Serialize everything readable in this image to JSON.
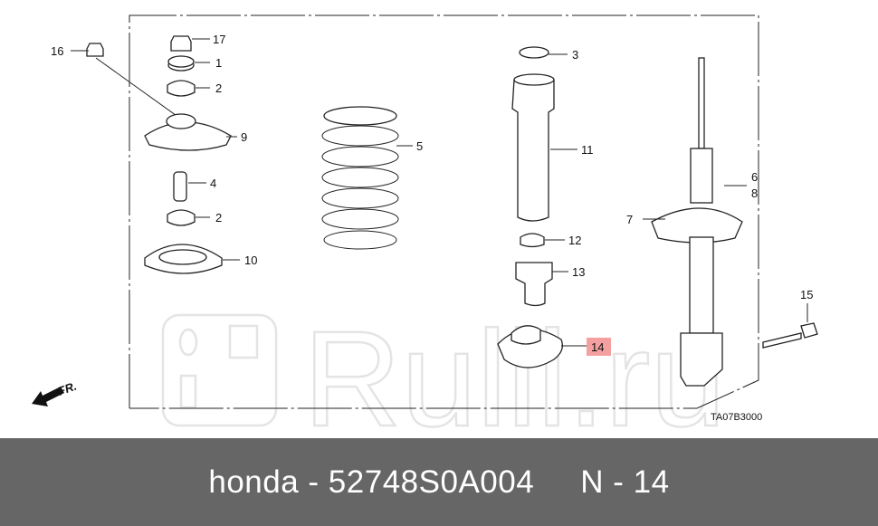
{
  "diagram": {
    "drawing_code": "TA07B3000",
    "direction_label": "FR.",
    "watermark": "Rulli.ru",
    "highlight_color": "#f4a0a0",
    "callouts": [
      {
        "id": "16"
      },
      {
        "id": "17"
      },
      {
        "id": "1"
      },
      {
        "id": "2"
      },
      {
        "id": "9"
      },
      {
        "id": "4"
      },
      {
        "id": "2"
      },
      {
        "id": "10"
      },
      {
        "id": "5"
      },
      {
        "id": "3"
      },
      {
        "id": "11"
      },
      {
        "id": "12"
      },
      {
        "id": "13"
      },
      {
        "id": "14",
        "highlighted": true
      },
      {
        "id": "6"
      },
      {
        "id": "8"
      },
      {
        "id": "7"
      },
      {
        "id": "15"
      }
    ]
  },
  "footer": {
    "text": "honda - 52748S0A004     N - 14",
    "background": "#666666"
  }
}
